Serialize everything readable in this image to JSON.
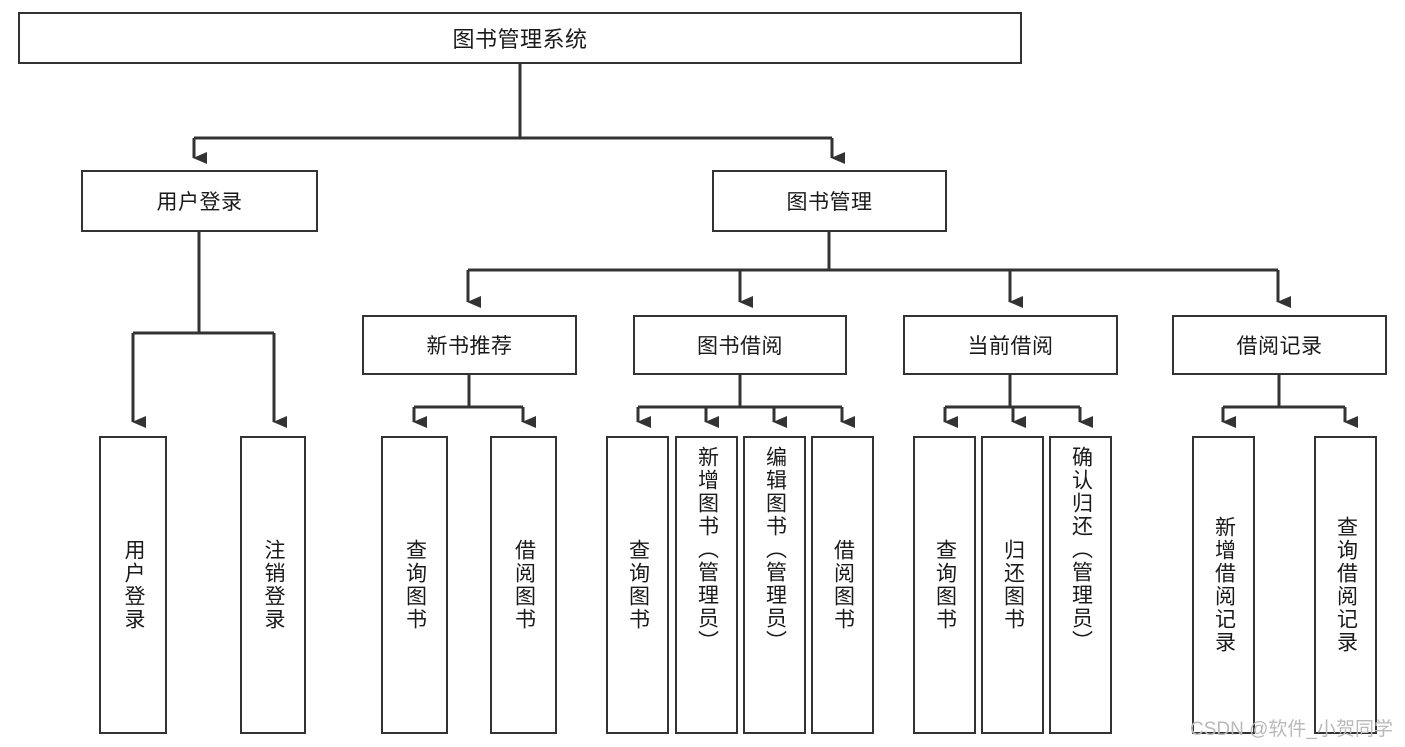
{
  "diagram": {
    "title": "图书管理系统",
    "type": "tree-hierarchy-diagram",
    "colors": {
      "stroke": "#333333",
      "fill": "#ffffff",
      "text": "#1a1a1a",
      "watermark": "#b9b9b9"
    },
    "root": {
      "label": "图书管理系统"
    },
    "level2": [
      {
        "label": "用户登录"
      },
      {
        "label": "图书管理"
      }
    ],
    "level3": [
      {
        "label": "新书推荐"
      },
      {
        "label": "图书借阅"
      },
      {
        "label": "当前借阅"
      },
      {
        "label": "借阅记录"
      }
    ],
    "leaves": {
      "user_login": [
        {
          "label": "用户登录"
        },
        {
          "label": "注销登录"
        }
      ],
      "new_book_recommend": [
        {
          "label": "查询图书"
        },
        {
          "label": "借阅图书"
        }
      ],
      "book_borrow": [
        {
          "label": "查询图书"
        },
        {
          "label": "新增图书（管理员）"
        },
        {
          "label": "编辑图书（管理员）"
        },
        {
          "label": "借阅图书"
        }
      ],
      "current_borrow": [
        {
          "label": "查询图书"
        },
        {
          "label": "归还图书"
        },
        {
          "label": "确认归还（管理员）"
        }
      ],
      "borrow_record": [
        {
          "label": "新增借阅记录"
        },
        {
          "label": "查询借阅记录"
        }
      ]
    }
  },
  "watermark": {
    "text": "CSDN @软件_小贺同学"
  }
}
